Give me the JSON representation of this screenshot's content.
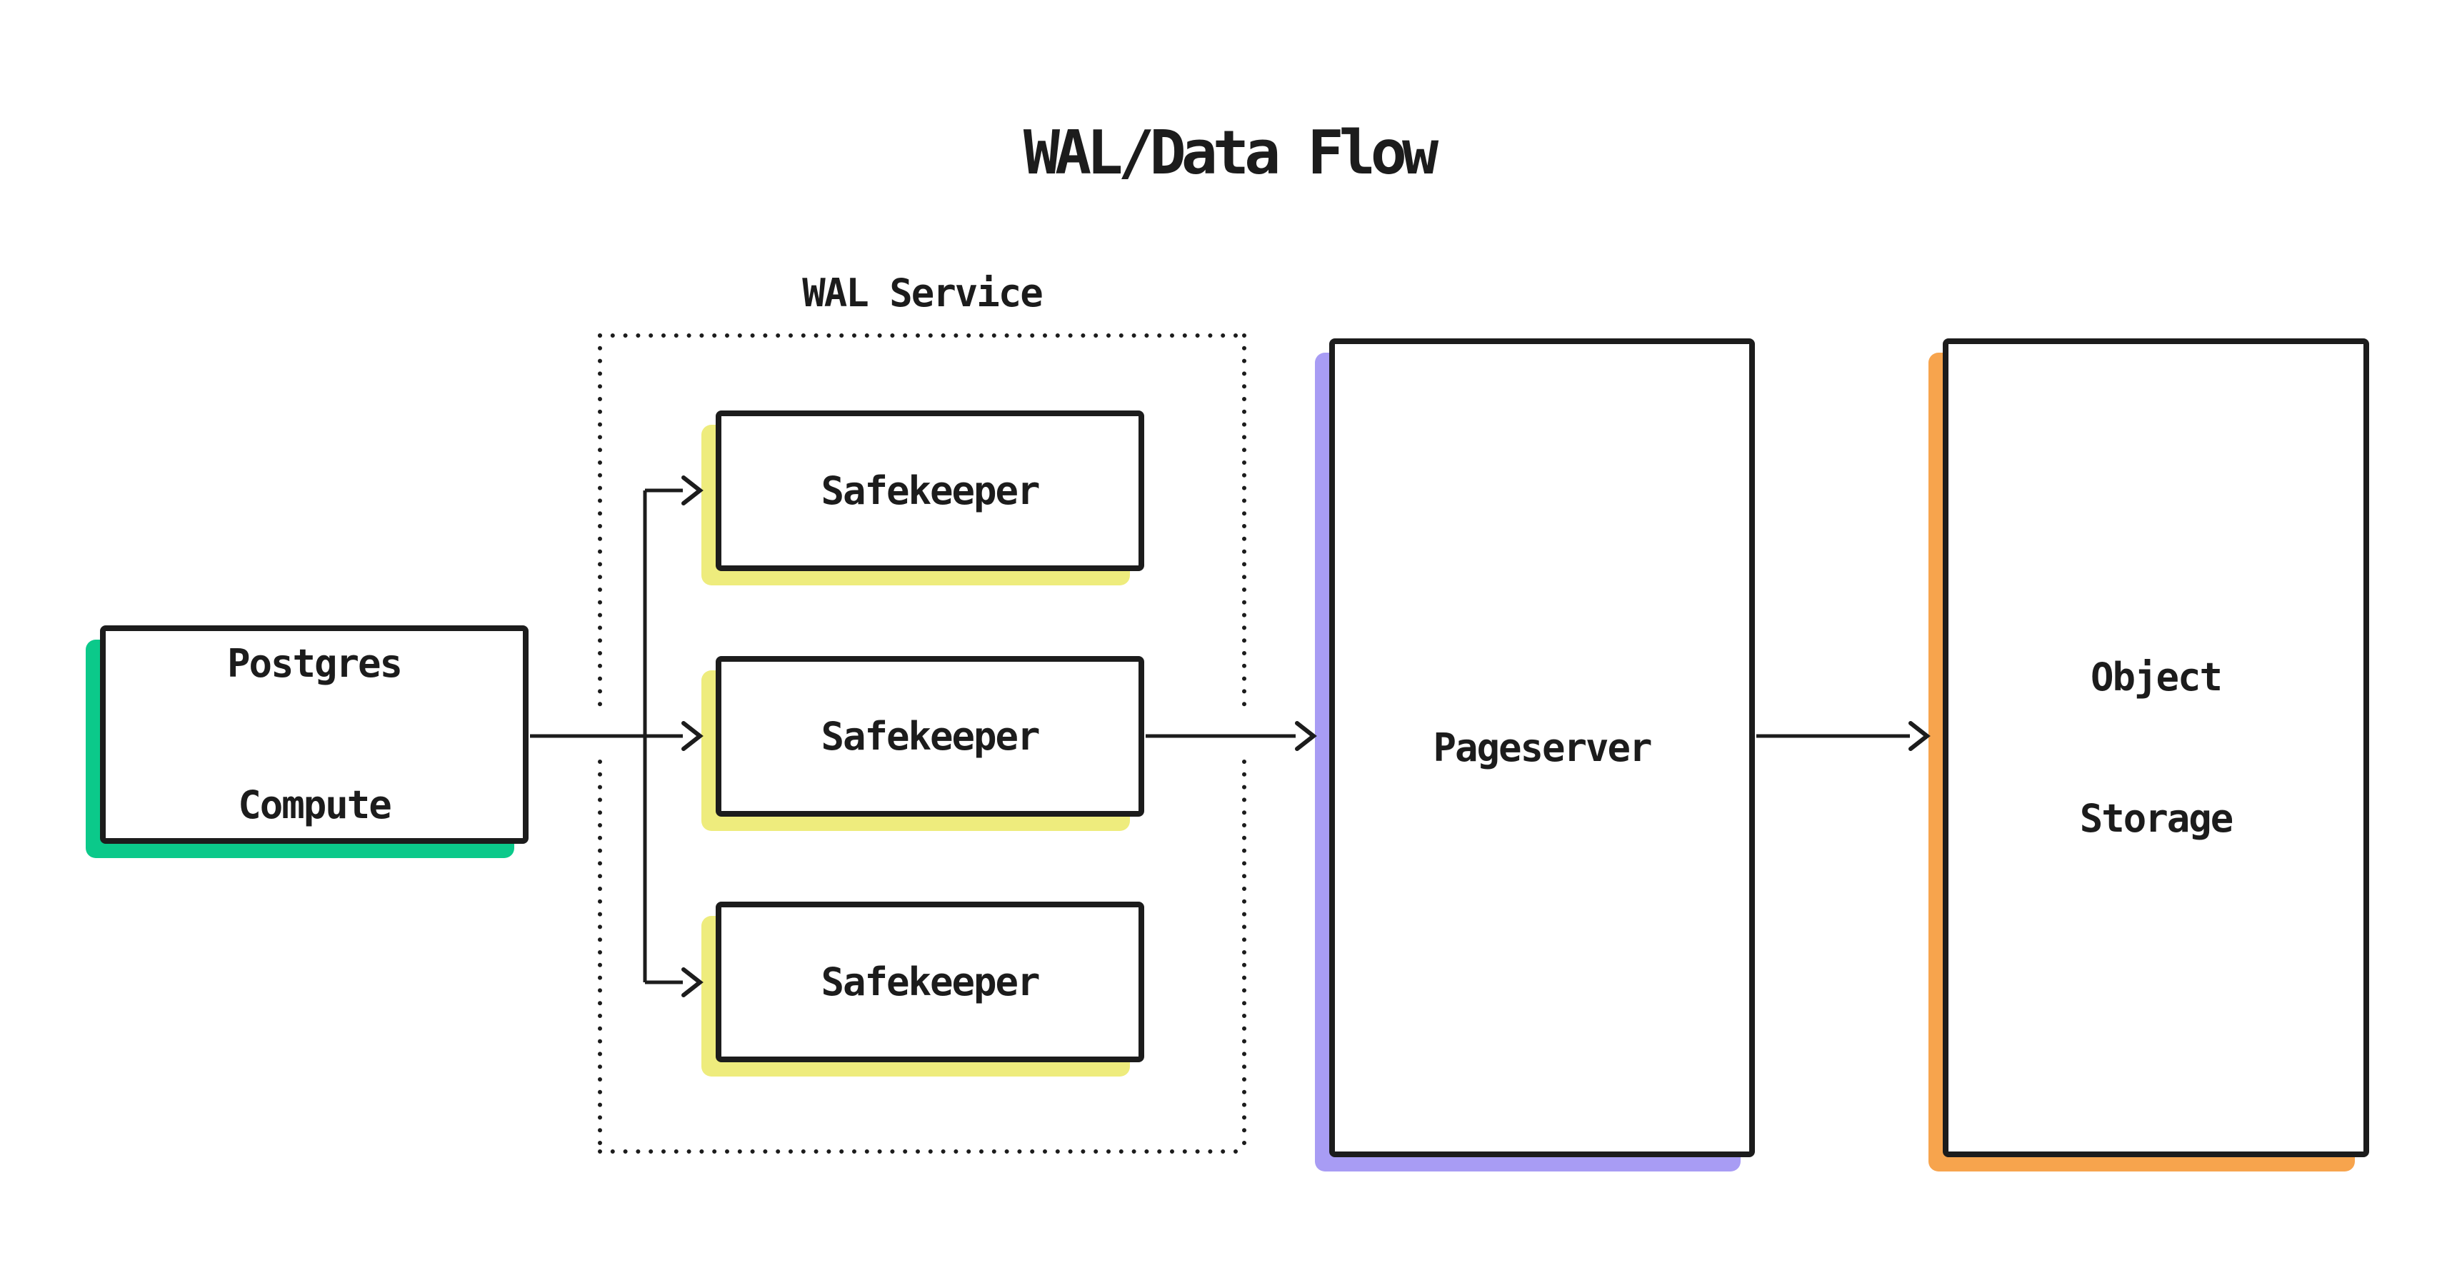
{
  "diagram": {
    "title": "WAL/Data Flow",
    "background": "#ffffff",
    "ink": "#1c1c1c"
  },
  "wal_service": {
    "label": "WAL Service",
    "border_style": "dotted"
  },
  "nodes": {
    "postgres_compute": {
      "label": "Postgres Compute",
      "line1": "Postgres",
      "line2": "Compute",
      "accent": "#0bc98a"
    },
    "safekeeper_1": {
      "label": "Safekeeper",
      "line1": "Safekeeper",
      "accent": "#eeec7d"
    },
    "safekeeper_2": {
      "label": "Safekeeper",
      "line1": "Safekeeper",
      "accent": "#eeec7d"
    },
    "safekeeper_3": {
      "label": "Safekeeper",
      "line1": "Safekeeper",
      "accent": "#eeec7d"
    },
    "pageserver": {
      "label": "Pageserver",
      "line1": "Pageserver",
      "accent": "#a89cf4"
    },
    "object_storage": {
      "label": "Object Storage",
      "line1": "Object",
      "line2": "Storage",
      "accent": "#f7a44d"
    }
  },
  "connections": [
    {
      "from": "postgres_compute",
      "to": "safekeeper_1"
    },
    {
      "from": "postgres_compute",
      "to": "safekeeper_2"
    },
    {
      "from": "postgres_compute",
      "to": "safekeeper_3"
    },
    {
      "from": "safekeeper_2",
      "to": "pageserver"
    },
    {
      "from": "pageserver",
      "to": "object_storage"
    }
  ]
}
